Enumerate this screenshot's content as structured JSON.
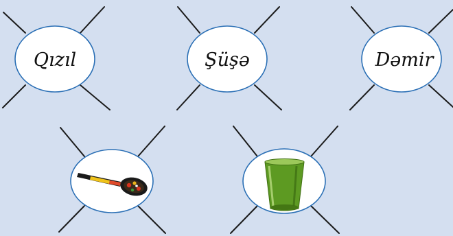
{
  "colors": {
    "background": "#d4dff0",
    "node_fill": "#ffffff",
    "node_stroke": "#2a6fb5",
    "line": "#1a1a1a"
  },
  "top_row": [
    {
      "label": "Qızıl"
    },
    {
      "label": "Şüşə"
    },
    {
      "label": "Dəmir"
    }
  ],
  "bottom_row": [
    {
      "picture": "wooden-spoon-icon"
    },
    {
      "picture": "green-glass-icon"
    }
  ]
}
